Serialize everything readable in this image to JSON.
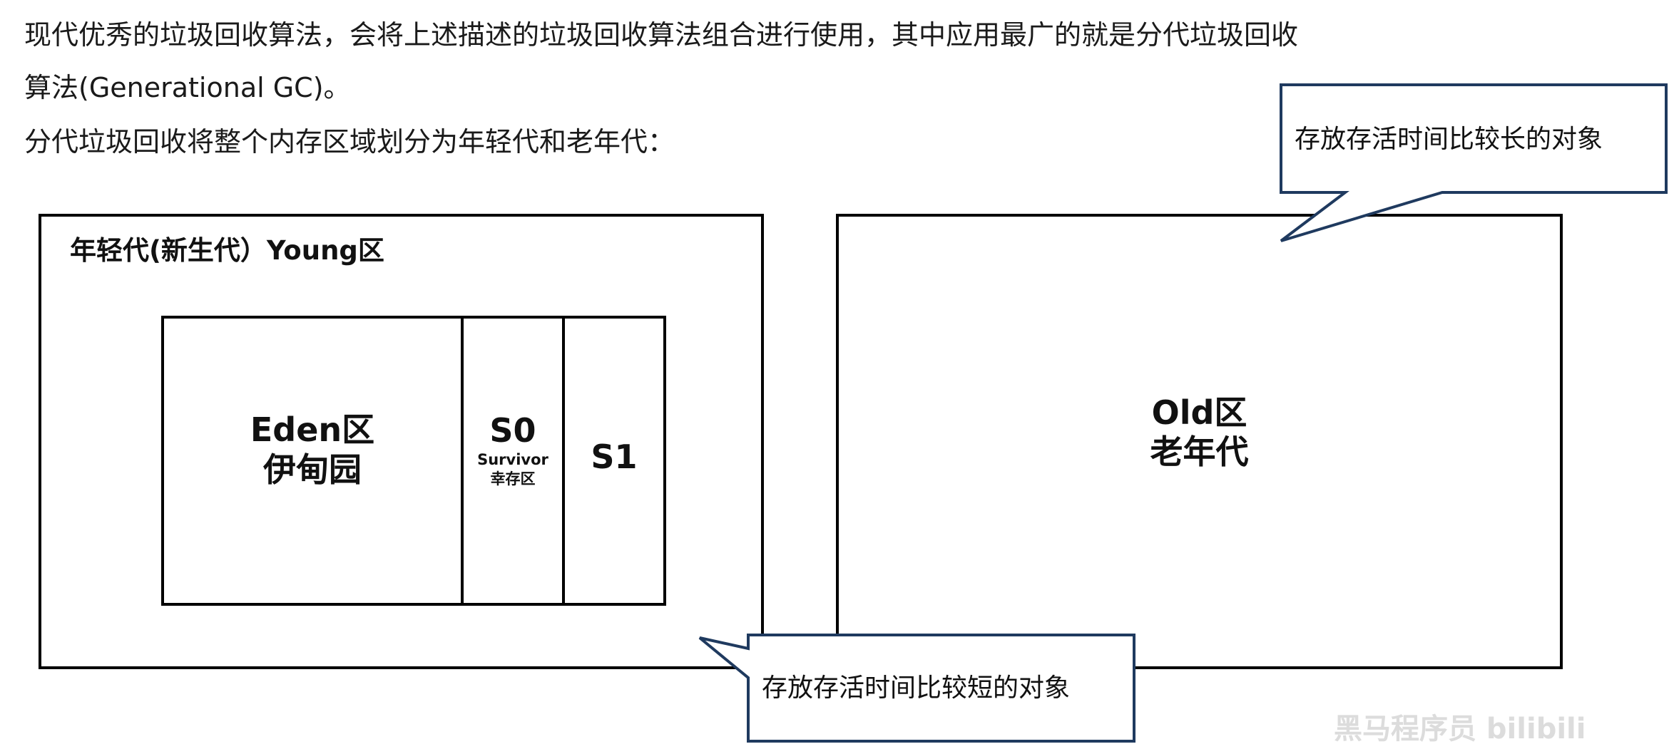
{
  "intro": {
    "line1": "现代优秀的垃圾回收算法，会将上述描述的垃圾回收算法组合进行使用，其中应用最广的就是分代垃圾回收",
    "line2": "算法(Generational GC)。",
    "line3": "分代垃圾回收将整个内存区域划分为年轻代和老年代："
  },
  "young": {
    "title": "年轻代(新生代）Young区",
    "eden": {
      "line1": "Eden区",
      "line2": "伊甸园"
    },
    "s0": {
      "label": "S0",
      "sub1": "Survivor",
      "sub2": "幸存区"
    },
    "s1": {
      "label": "S1"
    }
  },
  "old": {
    "line1": "Old区",
    "line2": "老年代"
  },
  "callouts": {
    "long_lived": "存放存活时间比较长的对象",
    "short_lived": "存放存活时间比较短的对象"
  },
  "watermark": "黑马程序员 bilibili",
  "colors": {
    "callout_border": "#1f3a5f",
    "box_border": "#000000"
  }
}
